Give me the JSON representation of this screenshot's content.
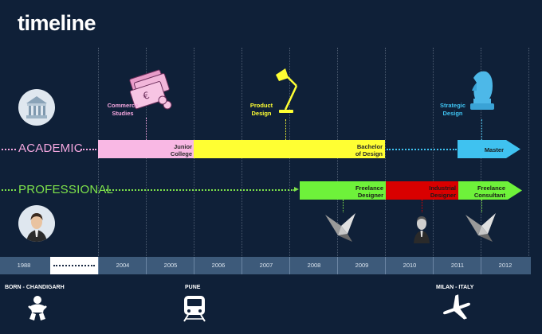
{
  "title": "timeline",
  "rows": {
    "academic": {
      "label": "ACADEMIC",
      "color": "#f4a7df"
    },
    "professional": {
      "label": "PROFESSIONAL",
      "color": "#7ee34a"
    }
  },
  "categories": {
    "commerce": {
      "line1": "Commerce",
      "line2": "Studies",
      "color": "#f4a7df"
    },
    "product": {
      "line1": "Product",
      "line2": "Design",
      "color": "#ffff33"
    },
    "strategic": {
      "line1": "Strategic",
      "line2": "Design",
      "color": "#3fc2f0"
    }
  },
  "academic_bars": [
    {
      "line1": "Junior",
      "line2": "College",
      "color": "#f9b8e4"
    },
    {
      "line1": "Bachelor",
      "line2": "of Design",
      "color": "#ffff33"
    },
    {
      "line1": "Master",
      "line2": "",
      "color": "#3fc2f0"
    }
  ],
  "professional_bars": [
    {
      "line1": "Freelance",
      "line2": "Designer",
      "color": "#6ef23a"
    },
    {
      "line1": "Industrial",
      "line2": "Designer",
      "color": "#d90000"
    },
    {
      "line1": "Freelance",
      "line2": "Consultant",
      "color": "#6ef23a"
    }
  ],
  "years": [
    "1988",
    "2004",
    "2005",
    "2006",
    "2007",
    "2008",
    "2009",
    "2010",
    "2011",
    "2012"
  ],
  "places": {
    "born": "BORN - CHANDIGARH",
    "pune": "PUNE",
    "milan": "MILAN - ITALY"
  },
  "icons": {
    "academic": "museum-icon",
    "professional": "person-icon",
    "money": "money-icon",
    "lamp": "desk-lamp-icon",
    "chess": "chess-knight-icon",
    "crane": "origami-crane-icon",
    "baby": "baby-icon",
    "train": "train-icon",
    "plane": "airplane-icon"
  }
}
